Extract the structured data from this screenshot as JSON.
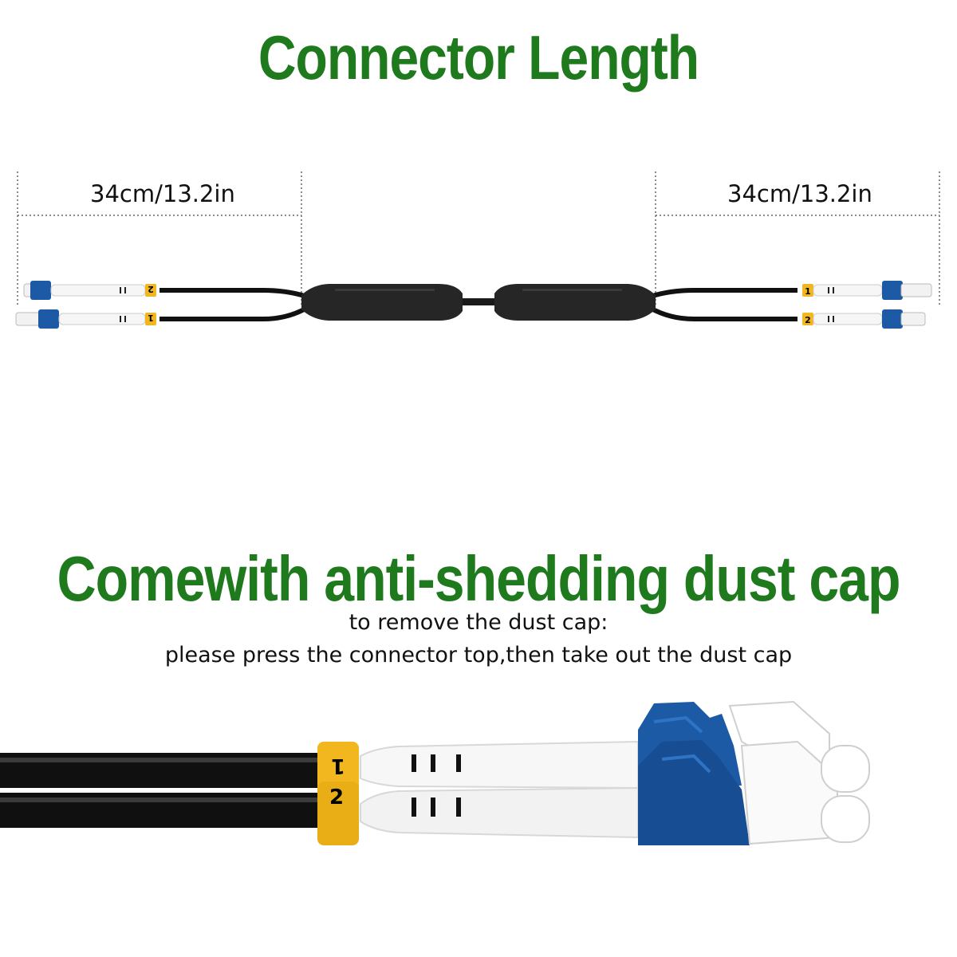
{
  "titles": {
    "connector_length": "Connector Length",
    "dust_cap": "Comewith anti-shedding dust cap"
  },
  "measurements": {
    "left": "34cm/13.2in",
    "right": "34cm/13.2in"
  },
  "instructions": {
    "line1": "to remove the dust cap:",
    "line2": "please press the connector top,then take out the dust cap"
  },
  "cable_labels": {
    "left_top": "2",
    "left_bottom": "1",
    "right_top": "1",
    "right_bottom": "2",
    "closeup_top": "1",
    "closeup_bottom": "2"
  },
  "colors": {
    "headline_green": "#1e7a1c",
    "connector_blue": "#1c5aa6",
    "label_yellow": "#f2b71f",
    "cable_black": "#111111"
  }
}
